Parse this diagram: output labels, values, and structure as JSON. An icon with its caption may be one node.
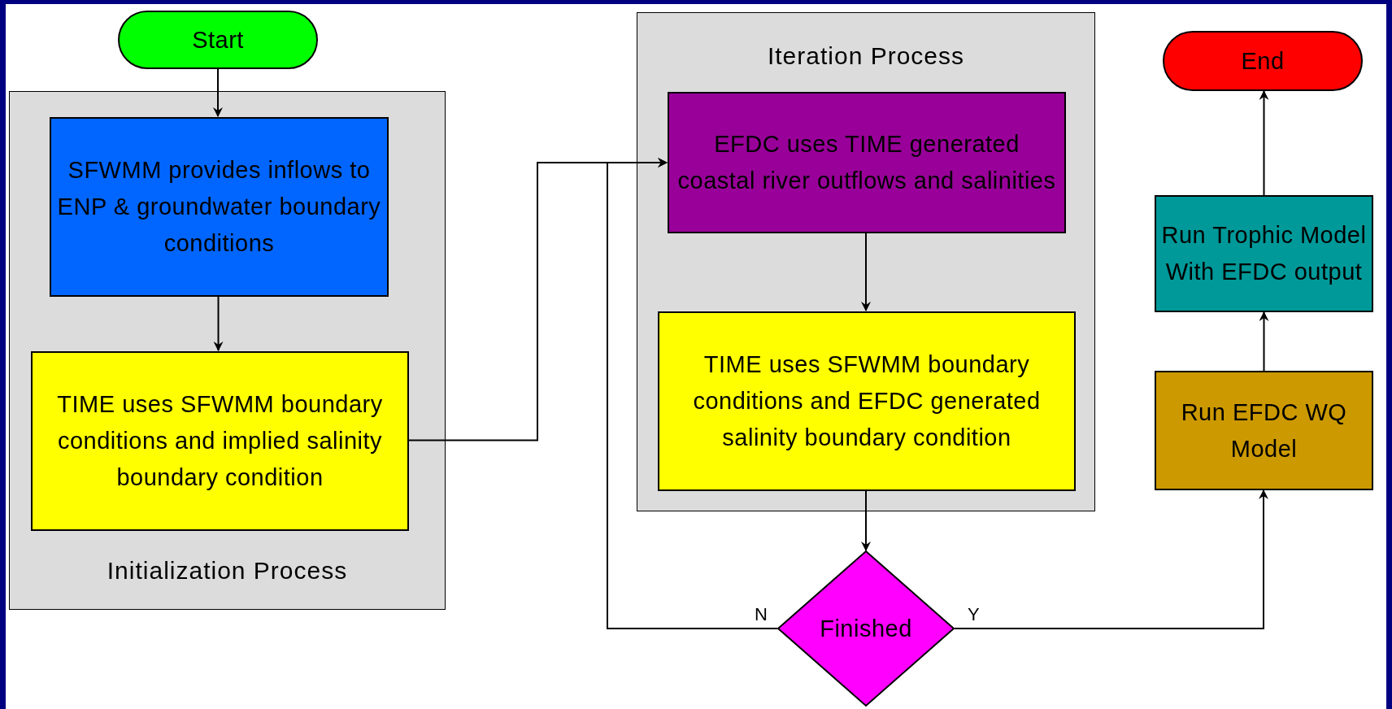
{
  "diagram": {
    "nodes": [
      {
        "text": [
          "Start"
        ]
      },
      {
        "text": [
          "Initialization Process"
        ]
      },
      {
        "text": [
          "SFWMM provides inflows to ENP & groundwater boundary conditions"
        ],
        "in": 1
      },
      {
        "text": [
          "TIME uses SFWMM boundary conditions and implied salinity boundary condition"
        ],
        "in": 1
      },
      {
        "text": [
          "Iteration Process"
        ]
      },
      {
        "text": [
          "EFDC uses TIME generated coastal river outflows and salinities"
        ],
        "in": 4
      },
      {
        "text": [
          "TIME uses SFWMM boundary conditions and EFDC generated salinity boundary condition"
        ],
        "in": 4
      },
      {
        "text": [
          "Finished"
        ]
      },
      {
        "text": [
          "End"
        ]
      },
      {
        "text": [
          "Run Trophic Model With EFDC output"
        ]
      },
      {
        "text": [
          "Run EFDC WQ Model"
        ]
      }
    ],
    "edges": [
      {
        "from": 0,
        "to": 2,
        "arrow": "to"
      },
      {
        "from": 2,
        "to": 3,
        "arrow": "to"
      },
      {
        "from": 3,
        "to": 5,
        "arrow": "to"
      },
      {
        "from": 5,
        "to": 6,
        "arrow": "to"
      },
      {
        "from": 6,
        "to": 7,
        "arrow": "to"
      },
      {
        "from": 7,
        "to": 5,
        "arrow": "to",
        "label": "N"
      },
      {
        "from": 7,
        "to": 10,
        "arrow": "to",
        "label": "Y"
      },
      {
        "from": 10,
        "to": 9,
        "arrow": "to"
      },
      {
        "from": 9,
        "to": 8,
        "arrow": "to"
      }
    ]
  }
}
